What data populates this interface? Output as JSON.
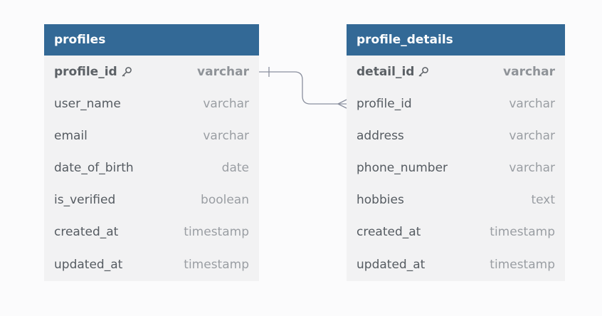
{
  "tables": [
    {
      "name": "profiles",
      "columns": [
        {
          "name": "profile_id",
          "type": "varchar",
          "primary_key": true
        },
        {
          "name": "user_name",
          "type": "varchar",
          "primary_key": false
        },
        {
          "name": "email",
          "type": "varchar",
          "primary_key": false
        },
        {
          "name": "date_of_birth",
          "type": "date",
          "primary_key": false
        },
        {
          "name": "is_verified",
          "type": "boolean",
          "primary_key": false
        },
        {
          "name": "created_at",
          "type": "timestamp",
          "primary_key": false
        },
        {
          "name": "updated_at",
          "type": "timestamp",
          "primary_key": false
        }
      ]
    },
    {
      "name": "profile_details",
      "columns": [
        {
          "name": "detail_id",
          "type": "varchar",
          "primary_key": true
        },
        {
          "name": "profile_id",
          "type": "varchar",
          "primary_key": false
        },
        {
          "name": "address",
          "type": "varchar",
          "primary_key": false
        },
        {
          "name": "phone_number",
          "type": "varchar",
          "primary_key": false
        },
        {
          "name": "hobbies",
          "type": "text",
          "primary_key": false
        },
        {
          "name": "created_at",
          "type": "timestamp",
          "primary_key": false
        },
        {
          "name": "updated_at",
          "type": "timestamp",
          "primary_key": false
        }
      ]
    }
  ],
  "relationships": [
    {
      "from": "profiles.profile_id",
      "to": "profile_details.profile_id",
      "from_cardinality": "one",
      "to_cardinality": "many"
    }
  ],
  "colors": {
    "header": "#336996",
    "body": "#f2f2f3",
    "connector": "#8a8f9e"
  },
  "icons": {
    "primary_key": "key-icon"
  }
}
